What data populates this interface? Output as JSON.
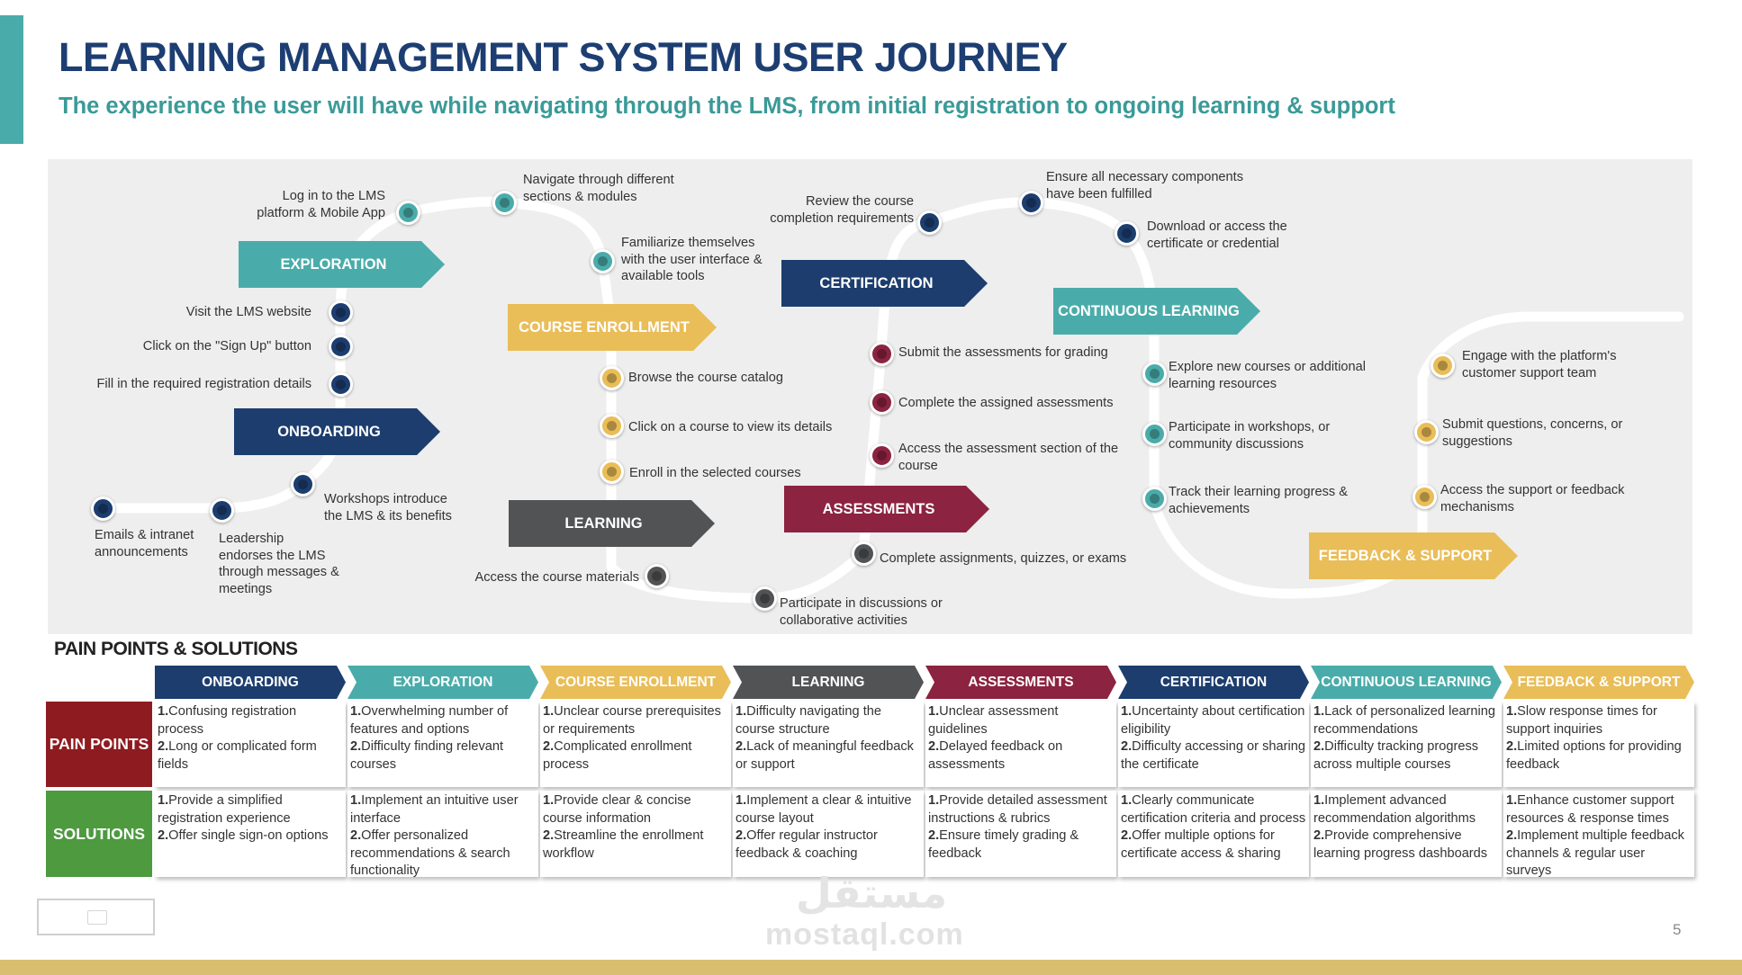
{
  "colors": {
    "teal": "#4aacaa",
    "navy": "#1c3d6e",
    "gold": "#e9bd58",
    "grey": "#515355",
    "maroon": "#8c2340",
    "title_navy": "#1d3e72",
    "subtitle_teal": "#3a9a98",
    "pain_red": "#8e1b20",
    "solution_green": "#4d9a3f",
    "bottom_bar": "#d8be6e"
  },
  "header": {
    "title": "LEARNING MANAGEMENT SYSTEM USER JOURNEY",
    "subtitle": "The experience the user will have while navigating through the LMS, from initial registration to ongoing learning & support"
  },
  "journey": {
    "stages": {
      "onboarding": "ONBOARDING",
      "exploration": "EXPLORATION",
      "course_enrollment": "COURSE ENROLLMENT",
      "learning": "LEARNING",
      "certification": "CERTIFICATION",
      "assessments": "ASSESSMENTS",
      "continuous_learning": "CONTINUOUS LEARNING",
      "feedback_support": "FEEDBACK  & SUPPORT"
    },
    "steps": {
      "emails": "Emails & intranet announcements",
      "leadership": "Leadership endorses the LMS through messages & meetings",
      "workshops": "Workshops introduce the LMS & its benefits",
      "visit": "Visit the LMS website",
      "signup": "Click on the \"Sign Up\" button",
      "fill": "Fill in the required registration details",
      "login": "Log in to the LMS platform & Mobile App",
      "navigate": "Navigate through different sections & modules",
      "familiarize": "Familiarize themselves with the user interface & available tools",
      "browse": "Browse the course catalog",
      "click_course": "Click on a course to view its details",
      "enroll": "Enroll in the selected courses",
      "access_materials": "Access the course materials",
      "discussions": "Participate in discussions or collaborative activities",
      "complete_assignments": "Complete assignments, quizzes, or exams",
      "access_assessment": "Access the assessment section of the course",
      "complete_assigned": "Complete the assigned assessments",
      "submit_assessments": "Submit the assessments for grading",
      "review_requirements": "Review the course completion requirements",
      "ensure_components": "Ensure all necessary components have been fulfilled",
      "download_certificate": "Download or access the certificate or credential",
      "explore_new": "Explore new courses or additional learning resources",
      "workshops_community": "Participate in workshops, or community discussions",
      "track_progress": "Track their learning progress & achievements",
      "engage_support": "Engage with the platform's customer support team",
      "submit_questions": "Submit questions, concerns, or suggestions",
      "access_feedback": "Access the support or feedback mechanisms"
    }
  },
  "pain_points": {
    "section_title": "PAIN POINTS & SOLUTIONS",
    "row_labels": {
      "pain": "PAIN POINTS",
      "solutions": "SOLUTIONS"
    },
    "columns": [
      {
        "header": "ONBOARDING",
        "pain": [
          {
            "n": "1.",
            "t": "Confusing registration process"
          },
          {
            "n": "2.",
            "t": "Long or complicated form fields"
          }
        ],
        "solutions": [
          {
            "n": "1.",
            "t": "Provide a simplified registration experience"
          },
          {
            "n": "2.",
            "t": "Offer single sign-on options"
          }
        ]
      },
      {
        "header": "EXPLORATION",
        "pain": [
          {
            "n": "1.",
            "t": "Overwhelming number of features and options"
          },
          {
            "n": "2.",
            "t": "Difficulty finding relevant courses"
          }
        ],
        "solutions": [
          {
            "n": "1.",
            "t": "Implement an intuitive user interface"
          },
          {
            "n": "2.",
            "t": "Offer personalized recommendations & search functionality"
          }
        ]
      },
      {
        "header": "COURSE ENROLLMENT",
        "pain": [
          {
            "n": "1.",
            "t": "Unclear course prerequisites or requirements"
          },
          {
            "n": "2.",
            "t": "Complicated enrollment process"
          }
        ],
        "solutions": [
          {
            "n": "1.",
            "t": "Provide clear & concise course information"
          },
          {
            "n": "2.",
            "t": "Streamline the enrollment workflow"
          }
        ]
      },
      {
        "header": "LEARNING",
        "pain": [
          {
            "n": "1.",
            "t": "Difficulty navigating the course structure"
          },
          {
            "n": "2.",
            "t": "Lack of meaningful feedback or support"
          }
        ],
        "solutions": [
          {
            "n": "1.",
            "t": "Implement a clear & intuitive course layout"
          },
          {
            "n": "2.",
            "t": "Offer regular instructor feedback & coaching"
          }
        ]
      },
      {
        "header": "ASSESSMENTS",
        "pain": [
          {
            "n": "1.",
            "t": "Unclear assessment guidelines"
          },
          {
            "n": "2.",
            "t": "Delayed feedback on assessments"
          }
        ],
        "solutions": [
          {
            "n": "1.",
            "t": "Provide detailed assessment instructions & rubrics"
          },
          {
            "n": "2.",
            "t": "Ensure timely grading & feedback"
          }
        ]
      },
      {
        "header": "CERTIFICATION",
        "pain": [
          {
            "n": "1.",
            "t": "Uncertainty about certification eligibility"
          },
          {
            "n": "2.",
            "t": "Difficulty accessing or sharing the certificate"
          }
        ],
        "solutions": [
          {
            "n": "1.",
            "t": "Clearly communicate certification criteria and process"
          },
          {
            "n": "2.",
            "t": "Offer multiple options for certificate access & sharing"
          }
        ]
      },
      {
        "header": "CONTINUOUS LEARNING",
        "pain": [
          {
            "n": "1.",
            "t": "Lack of personalized learning recommendations"
          },
          {
            "n": "2.",
            "t": "Difficulty tracking progress across multiple courses"
          }
        ],
        "solutions": [
          {
            "n": "1.",
            "t": "Implement advanced recommendation algorithms"
          },
          {
            "n": "2.",
            "t": "Provide comprehensive learning progress dashboards"
          }
        ]
      },
      {
        "header": "FEEDBACK & SUPPORT",
        "pain": [
          {
            "n": "1.",
            "t": "Slow response times for support inquiries"
          },
          {
            "n": "2.",
            "t": "Limited options for providing feedback"
          }
        ],
        "solutions": [
          {
            "n": "1.",
            "t": "Enhance customer support resources & response times"
          },
          {
            "n": "2.",
            "t": "Implement multiple feedback channels & regular user surveys"
          }
        ]
      }
    ]
  },
  "footer": {
    "page_number": "5",
    "watermark": "mostaql.com",
    "watermark_logo": "مستقل"
  }
}
